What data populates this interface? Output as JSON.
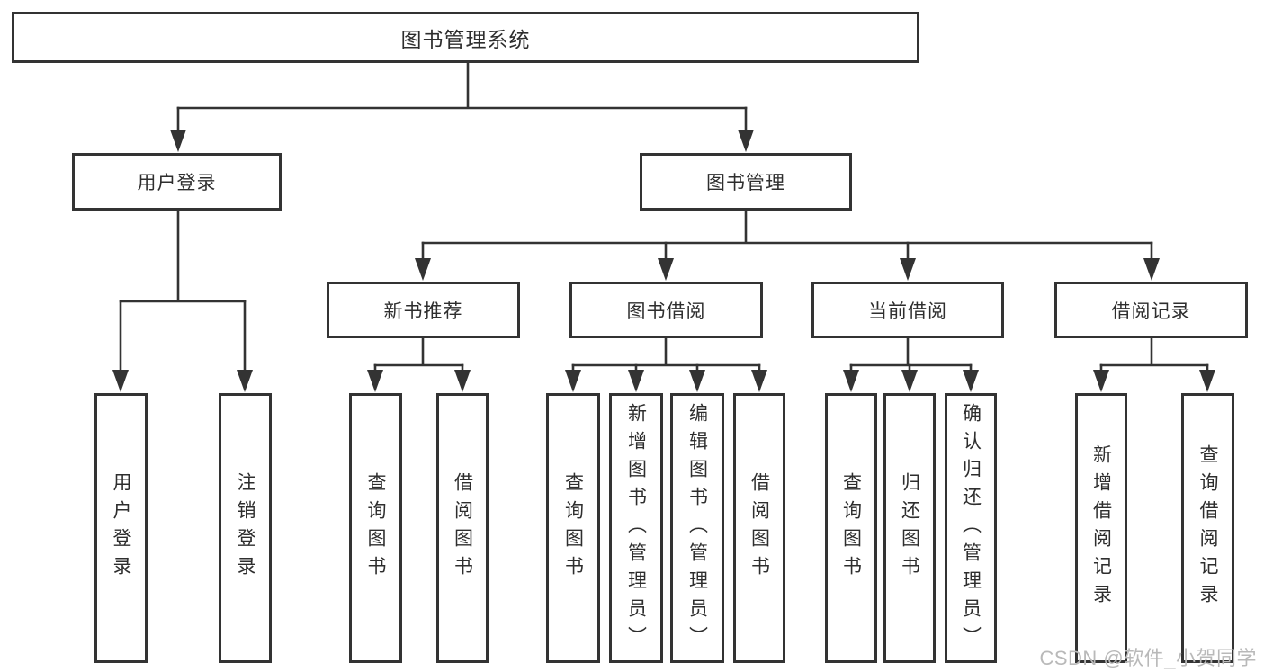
{
  "tree": {
    "root": {
      "label": "图书管理系统",
      "children": [
        {
          "label": "用户登录",
          "children": [
            {
              "label": "用户登录"
            },
            {
              "label": "注销登录"
            }
          ]
        },
        {
          "label": "图书管理",
          "children": [
            {
              "label": "新书推荐",
              "children": [
                {
                  "label": "查询图书"
                },
                {
                  "label": "借阅图书"
                }
              ]
            },
            {
              "label": "图书借阅",
              "children": [
                {
                  "label": "查询图书"
                },
                {
                  "label": "新增图书（管理员）"
                },
                {
                  "label": "编辑图书（管理员）"
                },
                {
                  "label": "借阅图书"
                }
              ]
            },
            {
              "label": "当前借阅",
              "children": [
                {
                  "label": "查询图书"
                },
                {
                  "label": "归还图书"
                },
                {
                  "label": "确认归还（管理员）"
                }
              ]
            },
            {
              "label": "借阅记录",
              "children": [
                {
                  "label": "新增借阅记录"
                },
                {
                  "label": "查询借阅记录"
                }
              ]
            }
          ]
        }
      ]
    }
  },
  "watermark": {
    "text": "CSDN @软件_小贺同学"
  },
  "colors": {
    "line": "#333333",
    "text": "#2e2e2e",
    "background": "#ffffff",
    "watermark": "#b9b9b9"
  }
}
